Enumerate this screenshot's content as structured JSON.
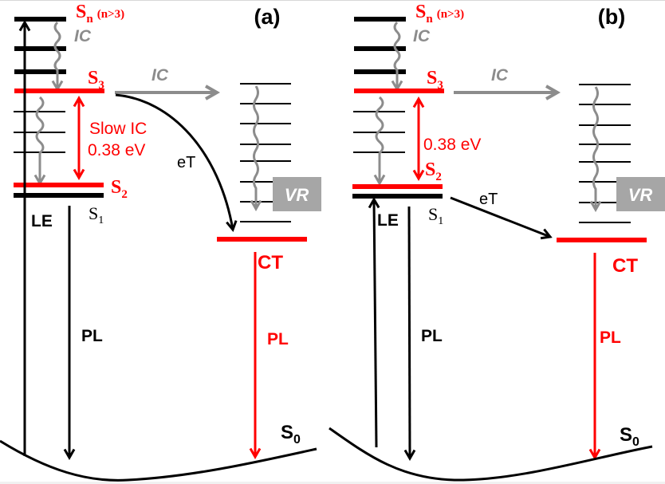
{
  "colors": {
    "black": "#000000",
    "red": "#ff0000",
    "gray": "#8c8c8c",
    "vr_box": "#a6a6a6",
    "vr_text": "#ffffff"
  },
  "panels": [
    {
      "label": "(a)",
      "sn_label": "S",
      "sn_sub": "n",
      "sn_cond": "(n>3)",
      "ic_top": "IC",
      "s3_label": "S",
      "s3_sub": "3",
      "ic_right": "IC",
      "gap_line1": "Slow IC",
      "gap_line2": "0.38 eV",
      "s2_label": "S",
      "s2_sub": "2",
      "s1_label": "S",
      "s1_sub": "1",
      "le_label": "LE",
      "pl_left": "PL",
      "et_label": "eT",
      "vr_label": "VR",
      "ct_label": "CT",
      "pl_right": "PL",
      "s0_label": "S",
      "s0_sub": "0"
    },
    {
      "label": "(b)",
      "sn_label": "S",
      "sn_sub": "n",
      "sn_cond": "(n>3)",
      "ic_top": "IC",
      "s3_label": "S",
      "s3_sub": "3",
      "ic_right": "IC",
      "gap_line1": "",
      "gap_line2": "0.38 eV",
      "s2_label": "S",
      "s2_sub": "2",
      "s1_label": "S",
      "s1_sub": "1",
      "le_label": "LE",
      "pl_left": "PL",
      "et_label": "eT",
      "vr_label": "VR",
      "ct_label": "CT",
      "pl_right": "PL",
      "s0_label": "S",
      "s0_sub": "0"
    }
  ]
}
